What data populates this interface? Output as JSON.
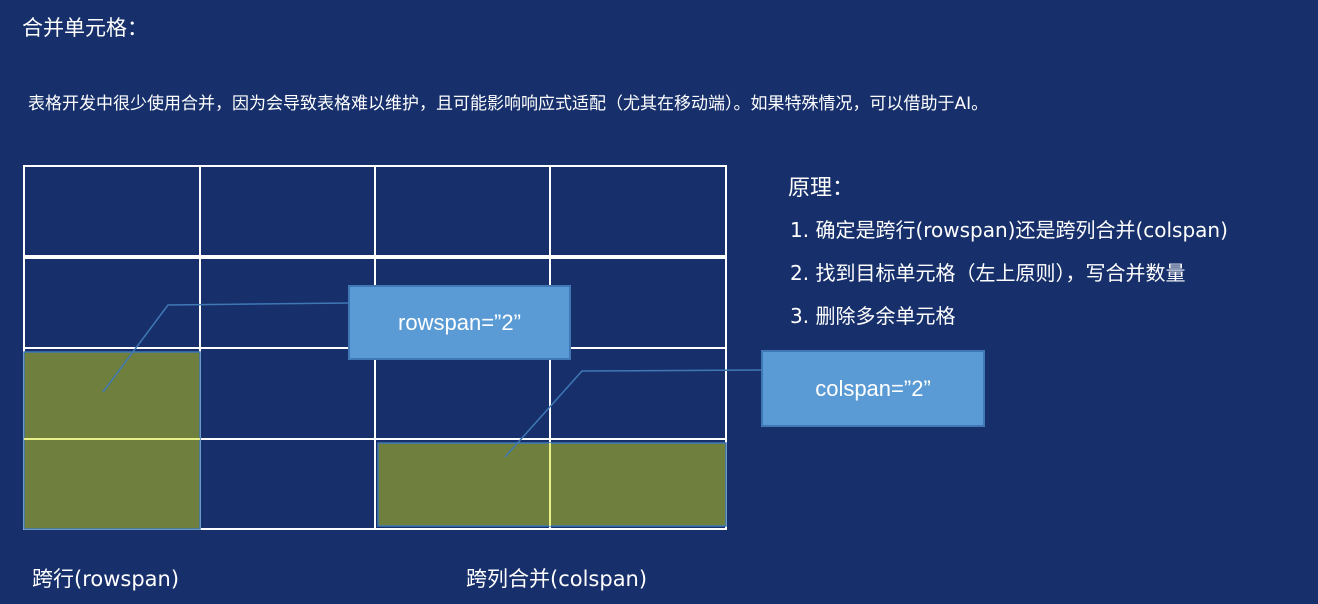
{
  "title": "合并单元格：",
  "intro": "表格开发中很少使用合并，因为会导致表格难以维护，且可能影响响应式适配（尤其在移动端）。如果特殊情况，可以借助于AI。",
  "diagram": {
    "rowspan_label": "rowspan=”2”",
    "colspan_label": "colspan=”2”",
    "rows": 4,
    "cols": 4
  },
  "principle": {
    "title": "原理：",
    "steps": [
      "1. 确定是跨行(rowspan)还是跨列合并(colspan)",
      "2. 找到目标单元格（左上原则），写合并数量",
      "3. 删除多余单元格"
    ]
  },
  "captions": {
    "rowspan": "跨行(rowspan)",
    "colspan": "跨列合并(colspan)"
  },
  "colors": {
    "background": "#17306b",
    "merged_fill": "#6e7f3e",
    "label_fill": "#5b9bd5",
    "grid": "#ffffff"
  }
}
